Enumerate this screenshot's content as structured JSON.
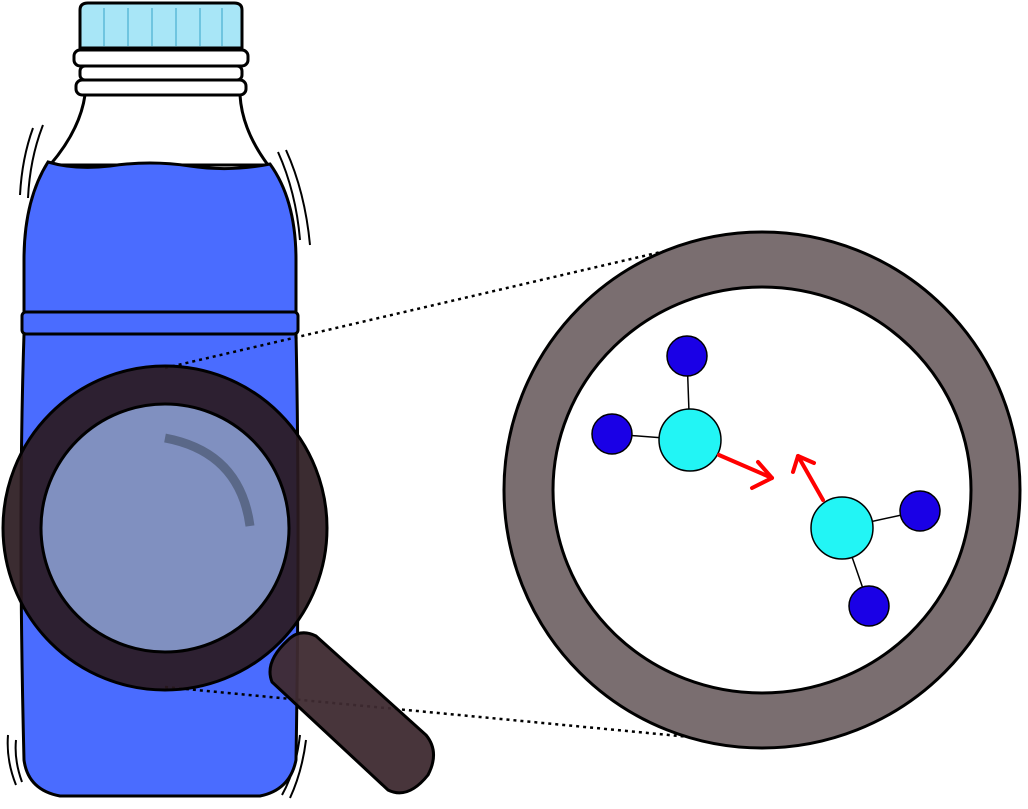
{
  "bottle": {
    "cap_color": "#a8e6f7",
    "liquid_color": "#4a6cff",
    "outline_color": "#000000"
  },
  "magnifier": {
    "rim_color": "#2a1a1f",
    "lens_color": "#8090c0",
    "glint_color": "#5a6888",
    "handle_color": "#3e2a30"
  },
  "zoom_view": {
    "ring_color": "#7a6e70",
    "background_color": "#ffffff",
    "molecules": [
      {
        "name": "molecule-1",
        "center_color": "#22f5f5",
        "ligand_color": "#1a00e6",
        "ligand_count": 2
      },
      {
        "name": "molecule-2",
        "center_color": "#22f5f5",
        "ligand_color": "#1a00e6",
        "ligand_count": 2
      }
    ],
    "arrow_color": "#ff0000",
    "bond_color": "#000000"
  }
}
